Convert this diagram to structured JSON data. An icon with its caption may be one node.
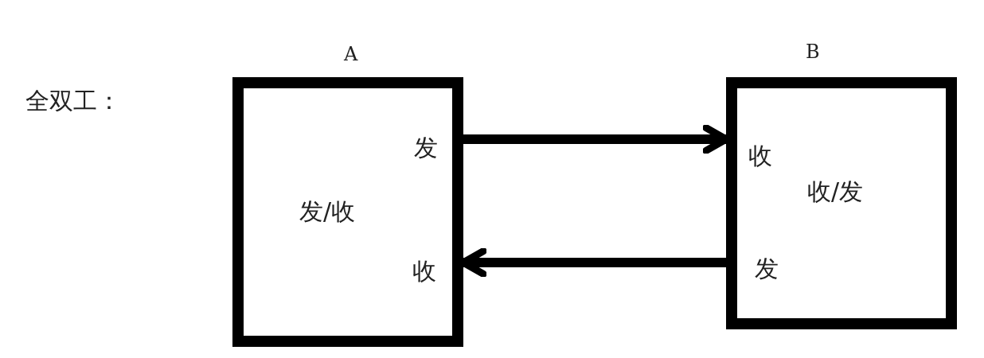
{
  "diagram": {
    "nodes": [
      {
        "text": [
          "A",
          "发/收",
          "发",
          "收"
        ]
      },
      {
        "text": [
          "B",
          "收/发",
          "收",
          "发"
        ]
      }
    ],
    "edges": [
      {
        "from": 0,
        "to": 1,
        "arrow": "to"
      },
      {
        "from": 1,
        "to": 0,
        "arrow": "to"
      }
    ],
    "labels": [
      "全双工："
    ]
  }
}
